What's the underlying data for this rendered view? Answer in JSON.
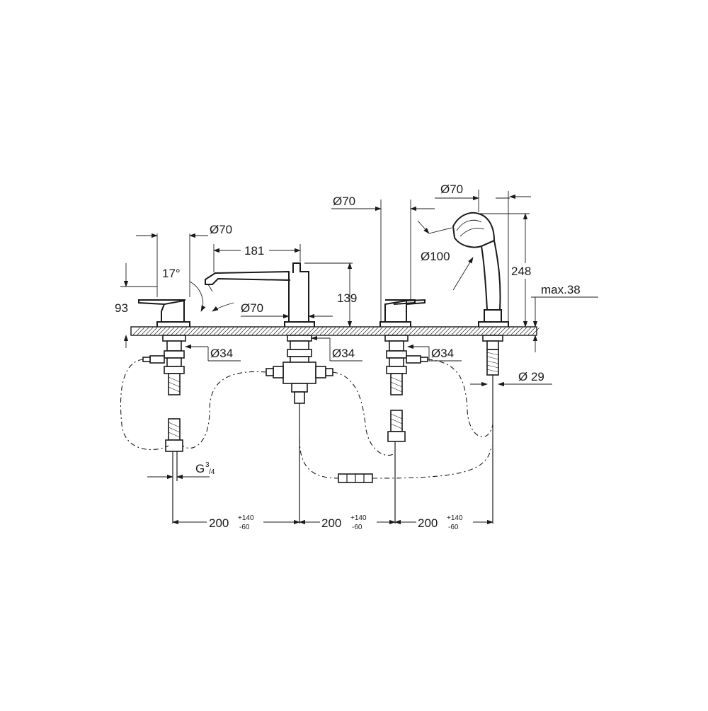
{
  "drawing": {
    "dimensions": {
      "dia70_left": "Ø70",
      "len181": "181",
      "angle17": "17°",
      "h93": "93",
      "dia70_spout": "Ø70",
      "h139": "139",
      "dia70_mid": "Ø70",
      "dia70_right": "Ø70",
      "dia100": "Ø100",
      "h248": "248",
      "max38": "max.38",
      "dia34_left": "Ø34",
      "dia34_mid": "Ø34",
      "dia34_right": "Ø34",
      "dia29": "Ø 29",
      "thread_g": "G",
      "thread_num": "3",
      "thread_den": "/4"
    },
    "spacing": [
      {
        "base": "200",
        "plus": "+140",
        "minus": "-60"
      },
      {
        "base": "200",
        "plus": "+140",
        "minus": "-60"
      },
      {
        "base": "200",
        "plus": "+140",
        "minus": "-60"
      }
    ],
    "colors": {
      "ink": "#1a1a1a",
      "background": "#ffffff"
    }
  }
}
